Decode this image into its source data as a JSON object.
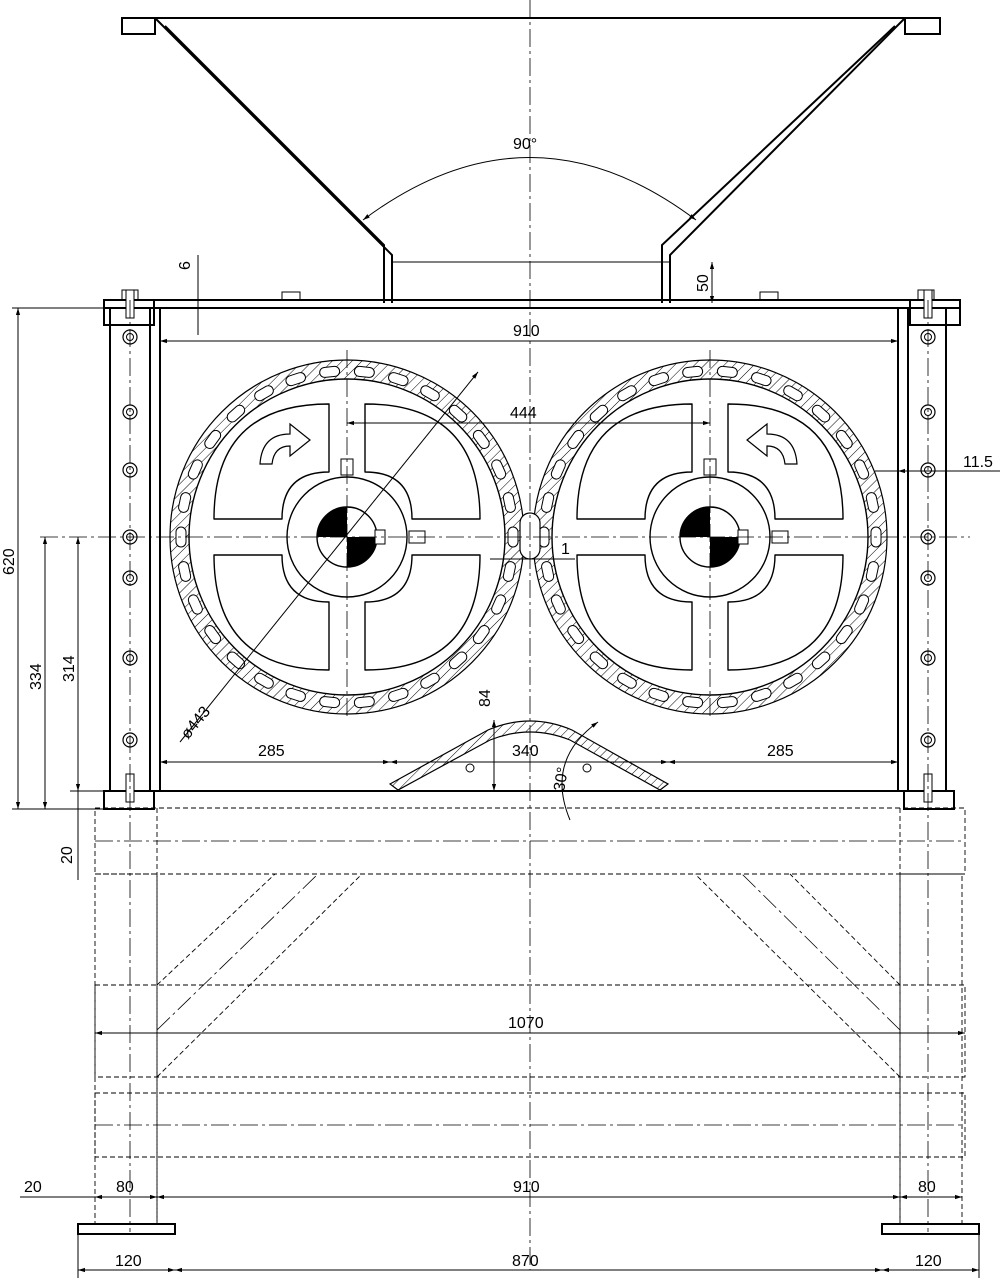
{
  "dimensions": {
    "hopper_angle": "90°",
    "hopper_wall": "6",
    "hopper_neck": "50",
    "inner_width_top": "910",
    "roll_center_distance": "444",
    "liner_thickness": "11.5",
    "total_height": "620",
    "height_334": "334",
    "height_314": "314",
    "roll_gap": "1",
    "roll_diameter": "ø443",
    "deflector_height": "84",
    "left_clearance": "285",
    "deflector_width": "340",
    "right_clearance": "285",
    "deflector_angle": "30°",
    "flange_thickness": "20",
    "frame_width": "1070",
    "foot_offset": "20",
    "left_leg_width": "80",
    "inner_width_bottom": "910",
    "right_leg_width": "80",
    "left_foot_width": "120",
    "foot_span": "870",
    "right_foot_width": "120"
  }
}
